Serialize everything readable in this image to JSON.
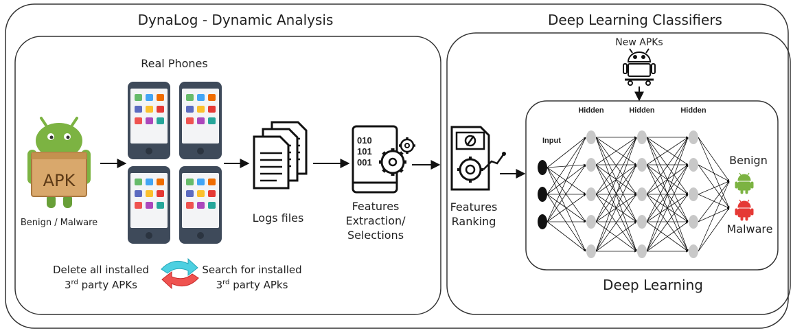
{
  "titles": {
    "dynamic": "DynaLog - Dynamic Analysis",
    "classifiers": "Deep Learning Classifiers",
    "deep_learning": "Deep Learning"
  },
  "labels": {
    "real_phones": "Real Phones",
    "apk": "APK",
    "benign_malware": "Benign / Malware",
    "logs_files": "Logs files",
    "features_extraction": [
      "Features",
      "Extraction/",
      "Selections"
    ],
    "features_ranking": [
      "Features",
      "Ranking"
    ],
    "new_apks": "New APKs",
    "input": "Input",
    "hidden": "Hidden",
    "benign": "Benign",
    "malware": "Malware",
    "binary": [
      "010",
      "101",
      "001"
    ],
    "delete_line1": "Delete all installed",
    "delete_line2_num": "3",
    "delete_line2_sup": "rd",
    "delete_line2_rest": " party APKs",
    "search_line1": "Search for installed",
    "search_line2_num": "3",
    "search_line2_sup": "rd",
    "search_line2_rest": " party APks"
  },
  "colors": {
    "android_green": "#7cb342",
    "android_dark": "#558b2f",
    "malware_red": "#e53935",
    "box_tan": "#d9a86c",
    "cyan_arrow": "#4dd0e1",
    "red_arrow": "#ef5350"
  }
}
